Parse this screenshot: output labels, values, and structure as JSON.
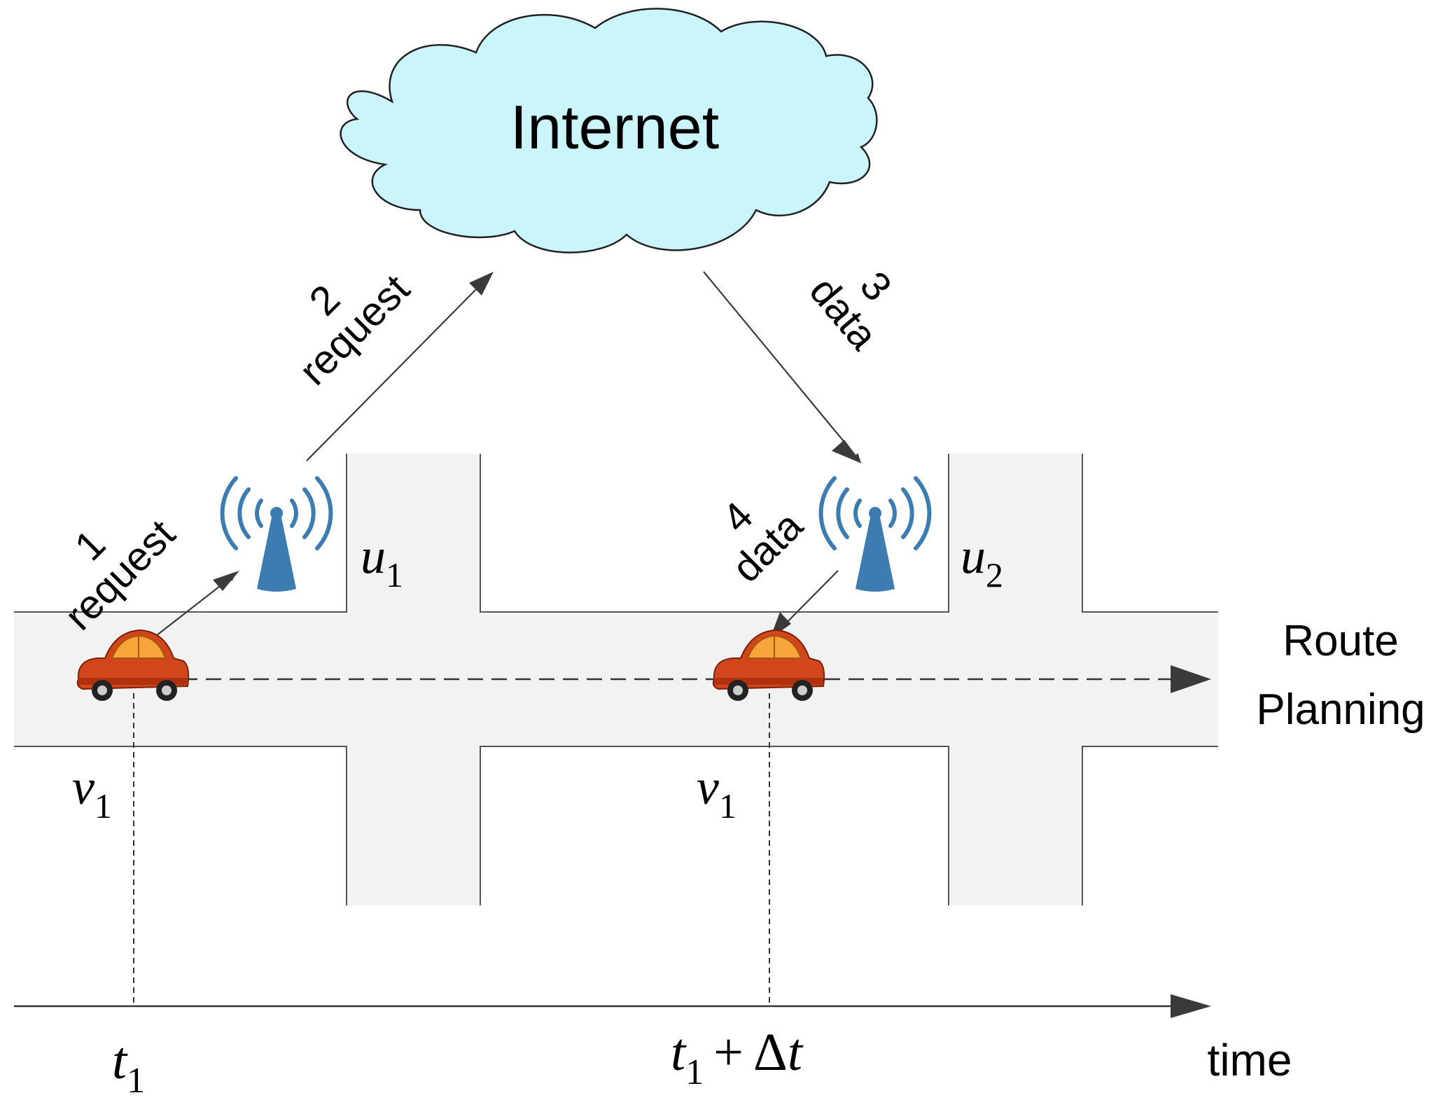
{
  "cloud": {
    "label": "Internet"
  },
  "steps": {
    "s1": {
      "num": "1",
      "label": "request"
    },
    "s2": {
      "num": "2",
      "label": "request"
    },
    "s3": {
      "num": "3",
      "label": "data"
    },
    "s4": {
      "num": "4",
      "label": "data"
    }
  },
  "rsu": {
    "u1": {
      "base": "u",
      "sub": "1"
    },
    "u2": {
      "base": "u",
      "sub": "2"
    }
  },
  "vehicle": {
    "first": {
      "base": "v",
      "sub": "1"
    },
    "second": {
      "base": "v",
      "sub": "1"
    }
  },
  "route": {
    "line1": "Route",
    "line2": "Planning"
  },
  "timeline": {
    "t_start": {
      "base": "t",
      "sub": "1"
    },
    "t_end": {
      "base": "t",
      "sub": "1",
      "op": "+",
      "delta": "Δ",
      "var": "t"
    },
    "axis_label": "time"
  },
  "colors": {
    "road": "#f2f2f2",
    "cloud_fill": "#c9f5fb",
    "antenna": "#3d7cb0",
    "car_body": "#d2461b",
    "car_roof": "#f6a53a",
    "arrow": "#3a3a3a"
  }
}
